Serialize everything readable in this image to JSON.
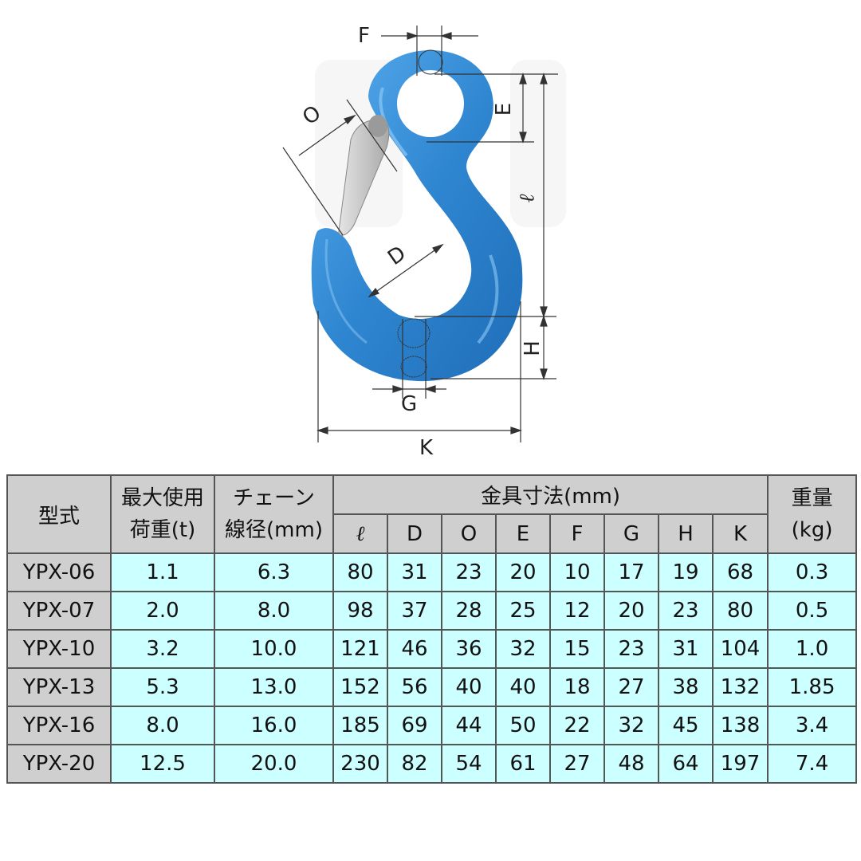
{
  "diagram": {
    "title": "Eye sling hook with safety latch dimension diagram",
    "hook_color": "#3a8fd6",
    "latch_color": "#c8c8c8",
    "dimension_labels": [
      "F",
      "O",
      "E",
      "ℓ",
      "D",
      "H",
      "G",
      "K"
    ]
  },
  "table": {
    "header": {
      "model": "型式",
      "wll_line1": "最大使用",
      "wll_line2": "荷重(t)",
      "chain_line1": "チェーン",
      "chain_line2": "線径(mm)",
      "dims_group": "金具寸法(mm)",
      "dim_cols": [
        "ℓ",
        "D",
        "O",
        "E",
        "F",
        "G",
        "H",
        "K"
      ],
      "weight_line1": "重量",
      "weight_line2": "(kg)"
    },
    "rows": [
      {
        "model": "YPX-06",
        "wll": "1.1",
        "chain": "6.3",
        "l": "80",
        "D": "31",
        "O": "23",
        "E": "20",
        "F": "10",
        "G": "17",
        "H": "19",
        "K": "68",
        "weight": "0.3"
      },
      {
        "model": "YPX-07",
        "wll": "2.0",
        "chain": "8.0",
        "l": "98",
        "D": "37",
        "O": "28",
        "E": "25",
        "F": "12",
        "G": "20",
        "H": "23",
        "K": "80",
        "weight": "0.5"
      },
      {
        "model": "YPX-10",
        "wll": "3.2",
        "chain": "10.0",
        "l": "121",
        "D": "46",
        "O": "36",
        "E": "32",
        "F": "15",
        "G": "23",
        "H": "31",
        "K": "104",
        "weight": "1.0"
      },
      {
        "model": "YPX-13",
        "wll": "5.3",
        "chain": "13.0",
        "l": "152",
        "D": "56",
        "O": "40",
        "E": "40",
        "F": "18",
        "G": "27",
        "H": "38",
        "K": "132",
        "weight": "1.85"
      },
      {
        "model": "YPX-16",
        "wll": "8.0",
        "chain": "16.0",
        "l": "185",
        "D": "69",
        "O": "44",
        "E": "50",
        "F": "22",
        "G": "32",
        "H": "45",
        "K": "138",
        "weight": "3.4"
      },
      {
        "model": "YPX-20",
        "wll": "12.5",
        "chain": "20.0",
        "l": "230",
        "D": "82",
        "O": "54",
        "E": "61",
        "F": "27",
        "G": "48",
        "H": "64",
        "K": "197",
        "weight": "7.4"
      }
    ],
    "colors": {
      "header_bg": "#cfcfcf",
      "data_bg": "#ccffff",
      "border": "#555555"
    }
  }
}
